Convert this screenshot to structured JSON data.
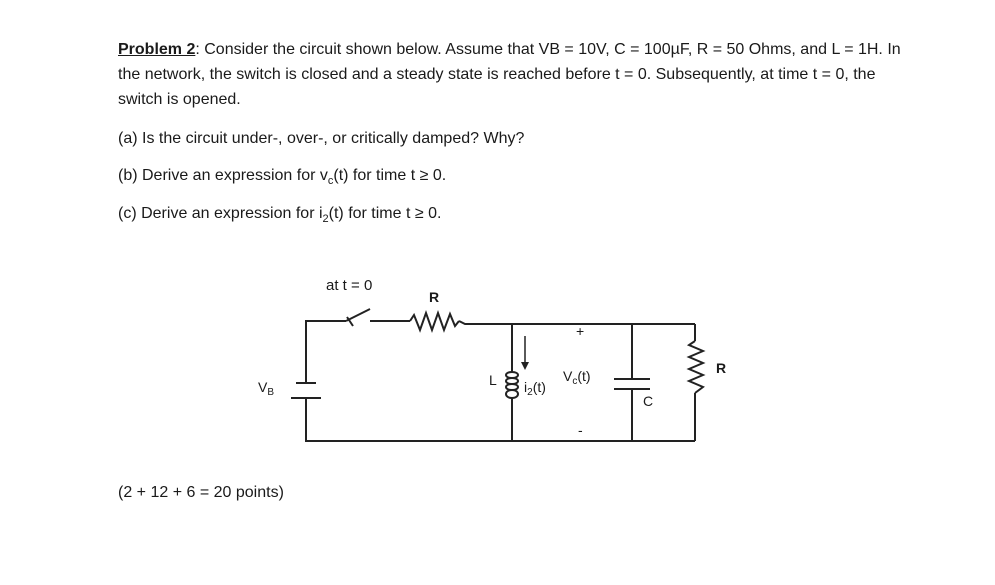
{
  "problem": {
    "title": "Problem 2",
    "intro_rest": ": Consider the circuit shown below. Assume that VB = 10V, C = 100µF, R = 50 Ohms, and L = 1H. In the network, the switch is closed and a steady state is reached before t = 0. Subsequently, at time t = 0, the switch is opened."
  },
  "questions": {
    "a": "(a) Is the circuit under-, over-, or critically damped? Why?",
    "b_pre": "(b) Derive an expression for v",
    "b_sub": "c",
    "b_post": "(t) for time t ≥ 0.",
    "c_pre": "(c) Derive an expression for i",
    "c_sub": "2",
    "c_post": "(t) for time t ≥ 0."
  },
  "points": "(2 + 12 + 6 = 20 points)",
  "circuit": {
    "switch_label": "at t = 0",
    "r_top": "R",
    "vb_main": "V",
    "vb_sub": "B",
    "l_label": "L",
    "i2_main": "i",
    "i2_sub": "2",
    "i2_rest": "(t)",
    "vc_main": "V",
    "vc_sub": "c",
    "vc_rest": "(t)",
    "plus": "+",
    "minus": "-",
    "c_label": "C",
    "r_right": "R"
  }
}
